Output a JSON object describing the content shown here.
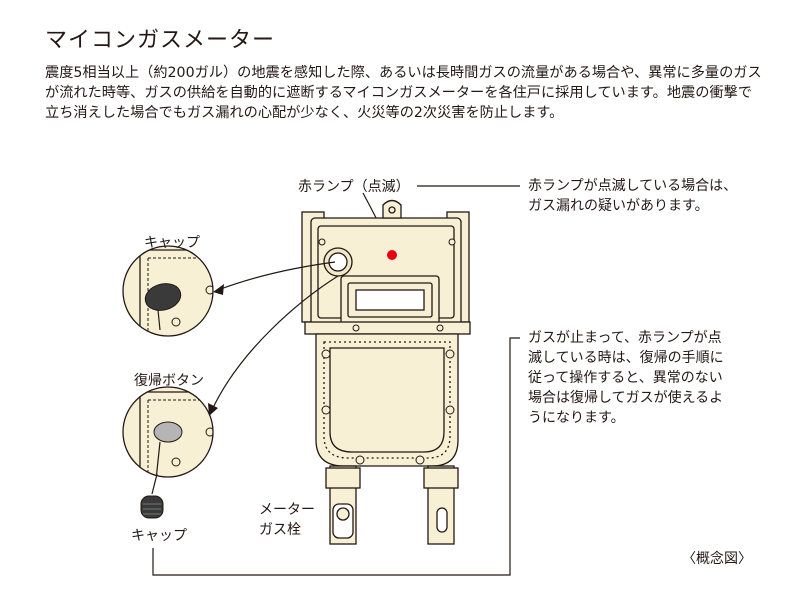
{
  "title": "マイコンガスメーター",
  "intro": "震度5相当以上（約200ガル）の地震を感知した際、あるいは長時間ガスの流量がある場合や、異常に多量のガスが流れた時等、ガスの供給を自動的に遮断するマイコンガスメーターを各住戸に採用しています。地震の衝撃で立ち消えした場合でもガス漏れの心配が少なく、火災等の2次災害を防止します。",
  "labels": {
    "red_lamp": "赤ランプ（点滅）",
    "cap_top": "キャップ",
    "reset_button": "復帰ボタン",
    "cap_bottom": "キャップ",
    "meter_valve": "メーター\nガス栓",
    "concept": "〈概念図〉"
  },
  "notes": {
    "lamp_note": "赤ランプが点滅している場合は、\nガス漏れの疑いがあります。",
    "reset_note": "ガスが止まって、赤ランプが点\n滅している時は、復帰の手順に\n従って操作すると、異常のない\n場合は復帰してガスが使えるよ\nうになります。"
  },
  "colors": {
    "meter_fill": "#f7f0d5",
    "line": "#231815",
    "lamp": "#e60012",
    "cap_dark": "#3a3a3a",
    "button_gray": "#b5b5b5"
  }
}
